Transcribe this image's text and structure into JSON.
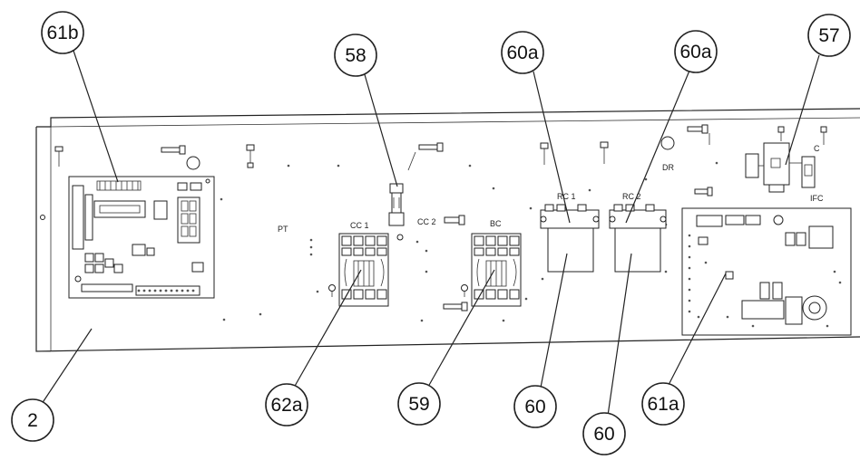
{
  "callouts": {
    "c61b": "61b",
    "c58": "58",
    "c60a_1": "60a",
    "c60a_2": "60a",
    "c57": "57",
    "c2": "2",
    "c62a": "62a",
    "c59": "59",
    "c60_1": "60",
    "c60_2": "60",
    "c61a": "61a"
  },
  "board_labels": {
    "pt": "PT",
    "cc1": "CC 1",
    "cc2": "CC 2",
    "bc": "BC",
    "rc1": "RC 1",
    "rc2": "RC 2",
    "dr": "DR",
    "c": "C",
    "ifc": "IFC"
  }
}
